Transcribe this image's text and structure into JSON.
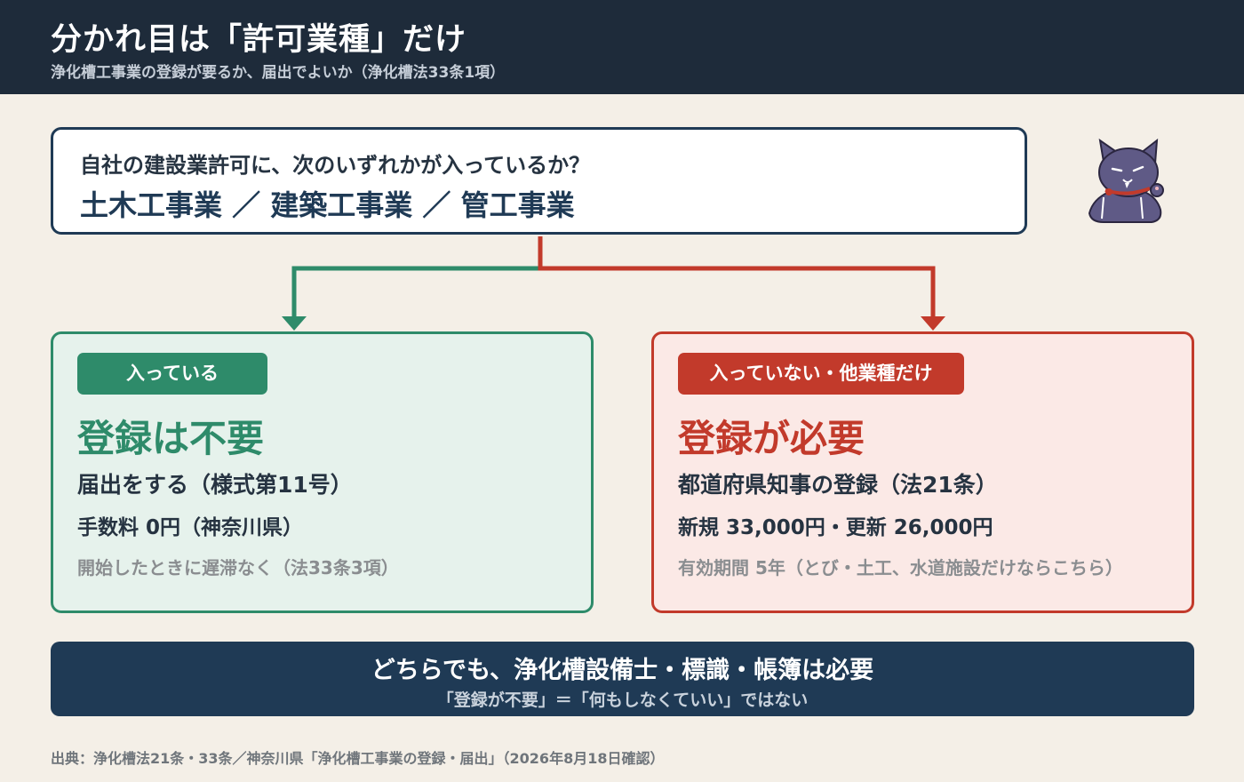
{
  "header": {
    "title": "分かれ目は「許可業種」だけ",
    "subtitle": "浄化槽工事業の登録が要るか、届出でよいか（浄化槽法33条1項）"
  },
  "question": {
    "text": "自社の建設業許可に、次のいずれかが入っているか？",
    "options": "土木工事業 ／ 建築工事業 ／ 管工事業"
  },
  "left": {
    "badge": "入っている",
    "headline": "登録は不要",
    "line1": "届出をする（様式第11号）",
    "line2": "手数料 0円（神奈川県）",
    "line3": "開始したときに遅滞なく（法33条3項）"
  },
  "right": {
    "badge": "入っていない・他業種だけ",
    "headline": "登録が必要",
    "line1": "都道府県知事の登録（法21条）",
    "line2": "新規 33,000円・更新 26,000円",
    "line3": "有効期間 5年（とび・土工、水道施設だけならこちら）"
  },
  "banner": {
    "main": "どちらでも、浄化槽設備士・標識・帳簿は必要",
    "sub": "「登録が不要」＝「何もしなくていい」ではない"
  },
  "source": "出典：浄化槽法21条・33条／神奈川県「浄化槽工事業の登録・届出」（2026年8月18日確認）",
  "colors": {
    "header_bg": "#1e2b3a",
    "navy": "#1f3a55",
    "green": "#2e8b6a",
    "red": "#c23a2b",
    "page_bg": "#f4efe7"
  },
  "icons": [
    "cat-mascot-icon"
  ]
}
